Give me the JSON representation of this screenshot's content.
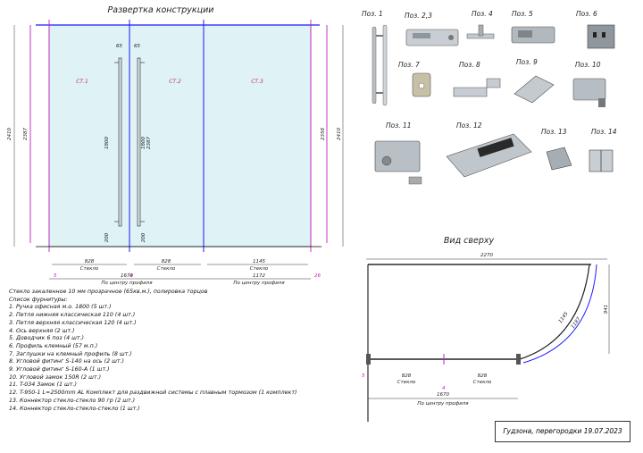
{
  "title_top": "Развертка конструкции",
  "title_plan": "Вид сверху",
  "panels": [
    {
      "label": "СТ.1",
      "glass": "Стекло",
      "width": "828"
    },
    {
      "label": "СТ.2",
      "glass": "Стекло",
      "width": "828"
    },
    {
      "label": "СТ.3",
      "glass": "Стекло",
      "width": "1145"
    }
  ],
  "front_dims": {
    "total_height": "2410",
    "left_glass_h": "2387",
    "mid_glass_h": "2387",
    "right_glass_h": "2358",
    "right_height": "2410",
    "handle_offset": "65",
    "handle_len": "1800",
    "handle_bottom": "200",
    "total_width_left": "1670",
    "total_width_right": "1172",
    "center_note": "По центру профиля",
    "gap_left": "5",
    "gap_mid": "4",
    "gap_right": "26"
  },
  "plan_dims": {
    "total": "2270",
    "depth": "941",
    "width": "1670",
    "left_gap": "5",
    "mid_gap": "4",
    "arc_len": "1145",
    "arc_len2": "1187",
    "glass1": "828",
    "glass2": "828",
    "glass_word": "Стекло"
  },
  "positions": [
    "Поз. 1",
    "Поз. 2,3",
    "Поз. 4",
    "Поз. 5",
    "Поз. 6",
    "Поз. 7",
    "Поз. 8",
    "Поз. 9",
    "Поз. 10",
    "Поз. 11",
    "Поз. 12",
    "Поз. 13",
    "Поз. 14"
  ],
  "notes": [
    "Стекло закаленное 10 мм прозрачное (65кв.м.), полировка торцов",
    "Список фурнитуры:",
    "1. Ручка офисная м.о. 1800 (5 шт.)",
    "2. Петля нижняя классическая 110 (4 шт.)",
    "3. Петля верхняя классическая 120 (4 шт.)",
    "4. Ось верхняя (2 шт.)",
    "5. Доводчик 6 поз (4 шт.)",
    "6. Профиль клемный (57 м.п.)",
    "7. Заглушки на клемный профиль (8 шт.)",
    "8. Угловой фитинг S-140 на ось (2 шт.)",
    "9. Угловой фитинг S-160-A (1 шт.)",
    "10. Угловой замок 150R (2 шт.)",
    "11. T-034 Замок (1 шт.)",
    "12. T-950-1 L=2500mm AL Комплект для раздвижной системы с плавным тормозом (1 комплект)",
    "13. Коннектор стекло-стекло 90 гр (2 шт.)",
    "14. Коннектор стекло-стекло-стекло (1 шт.)"
  ],
  "stamp": "Гудзона, перегородки 19.07.2023"
}
